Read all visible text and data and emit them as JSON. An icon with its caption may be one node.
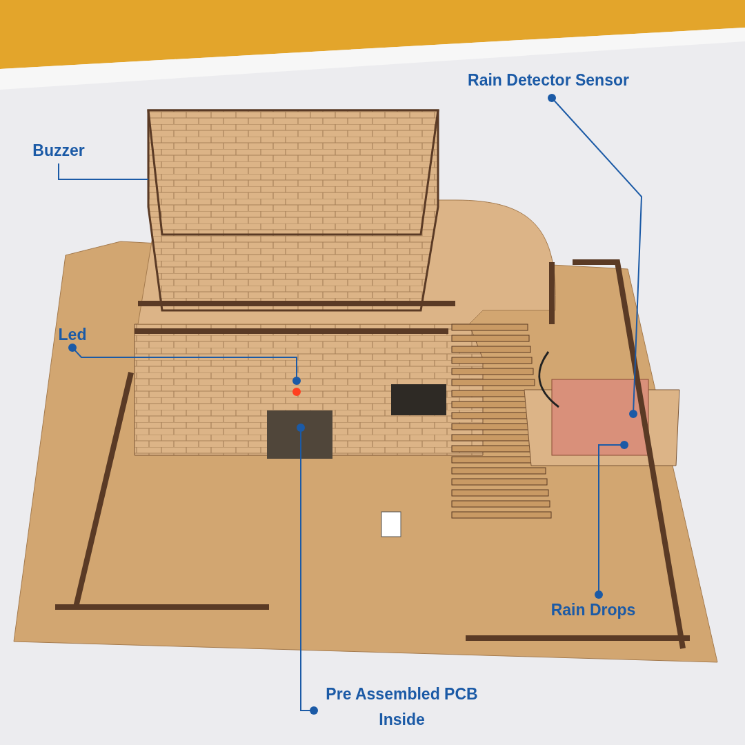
{
  "diagram": {
    "nodes": [
      {
        "text": [
          "Buzzer"
        ]
      },
      {
        "text": [
          "Led"
        ]
      },
      {
        "text": [
          "Rain Detector Sensor"
        ]
      },
      {
        "text": [
          "Rain Drops"
        ]
      },
      {
        "text": [
          "Pre Assembled PCB Inside"
        ]
      }
    ],
    "edges": [
      {
        "from": 0,
        "to": null,
        "arrow": "none"
      },
      {
        "from": 1,
        "to": null,
        "arrow": "other"
      },
      {
        "from": 2,
        "to": null,
        "arrow": "other"
      },
      {
        "from": 3,
        "to": null,
        "arrow": "other"
      },
      {
        "from": 4,
        "to": null,
        "arrow": "other"
      }
    ]
  }
}
